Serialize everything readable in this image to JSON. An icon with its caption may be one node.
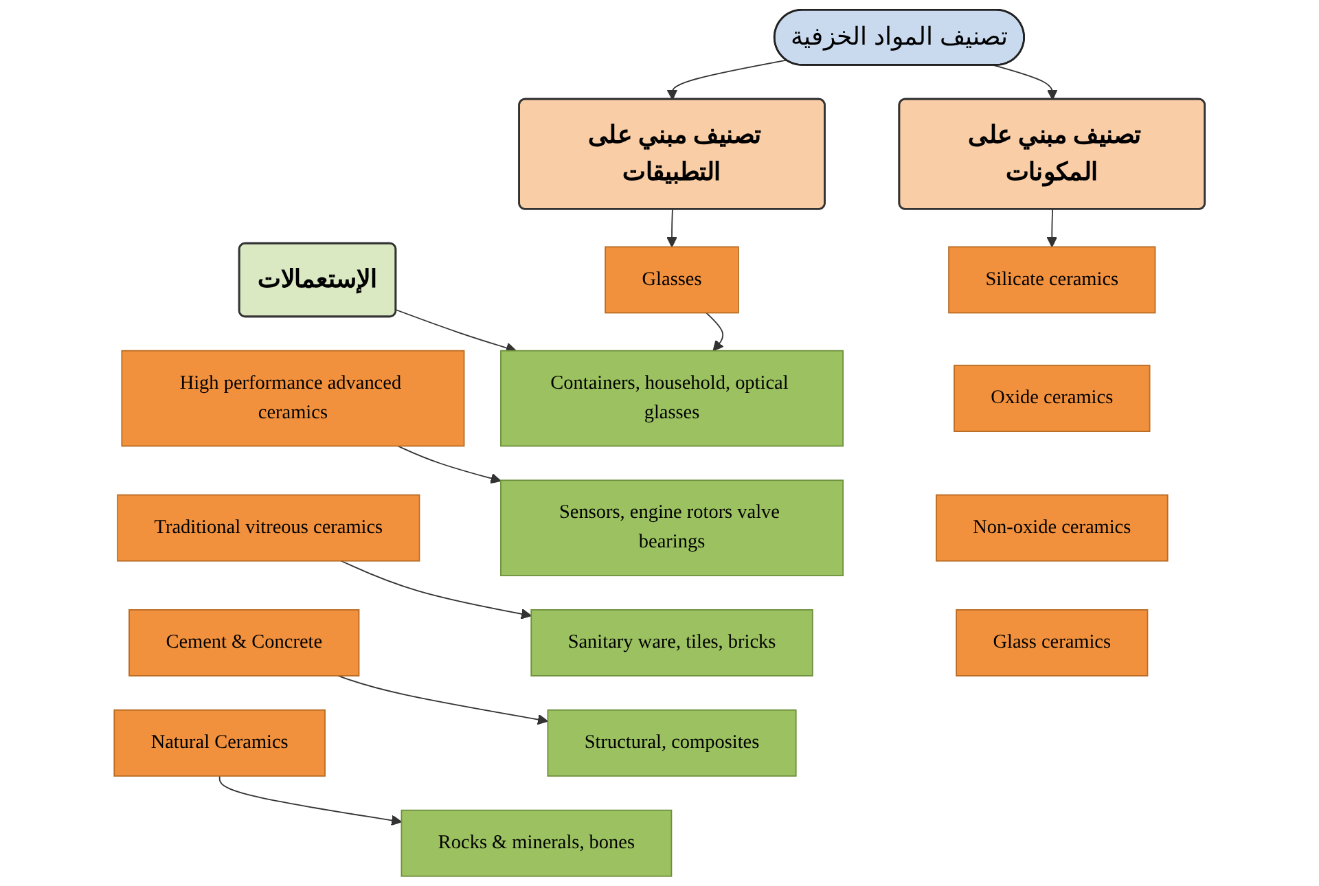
{
  "diagram": {
    "nodes": [
      {
        "text": [
          "تصنيف المواد الخزفية"
        ]
      },
      {
        "text": [
          "تصنيف مبني على المكونات"
        ]
      },
      {
        "text": [
          "تصنيف مبني على التطبيقات"
        ]
      },
      {
        "text": [
          "الإستعمالات"
        ]
      },
      {
        "text": [
          "Silicate ceramics"
        ]
      },
      {
        "text": [
          "Glasses"
        ]
      },
      {
        "text": [
          "Containers, household, optical glasses"
        ]
      },
      {
        "text": [
          "Oxide ceramics"
        ]
      },
      {
        "text": [
          "High performance advanced ceramics"
        ]
      },
      {
        "text": [
          "Sensors, engine rotors valve bearings"
        ]
      },
      {
        "text": [
          "Non-oxide ceramics"
        ]
      },
      {
        "text": [
          "Traditional vitreous ceramics"
        ]
      },
      {
        "text": [
          "Sanitary ware, tiles, bricks"
        ]
      },
      {
        "text": [
          "Cement & Concrete"
        ]
      },
      {
        "text": [
          "Structural, composites"
        ]
      },
      {
        "text": [
          "Glass ceramics"
        ]
      },
      {
        "text": [
          "Natural Ceramics"
        ]
      },
      {
        "text": [
          "Rocks & minerals, bones"
        ]
      }
    ],
    "edges": [
      {
        "from": 0,
        "to": 1,
        "arrow": "to"
      },
      {
        "from": 0,
        "to": 2,
        "arrow": "to"
      },
      {
        "from": 1,
        "to": 4,
        "arrow": "to"
      },
      {
        "from": 2,
        "to": 5,
        "arrow": "to"
      },
      {
        "from": 3,
        "to": 6,
        "arrow": "to"
      },
      {
        "from": 5,
        "to": 6,
        "arrow": "to"
      },
      {
        "from": 8,
        "to": 9,
        "arrow": "to"
      },
      {
        "from": 11,
        "to": 12,
        "arrow": "to"
      },
      {
        "from": 13,
        "to": 14,
        "arrow": "to"
      },
      {
        "from": 16,
        "to": 17,
        "arrow": "to"
      }
    ]
  }
}
